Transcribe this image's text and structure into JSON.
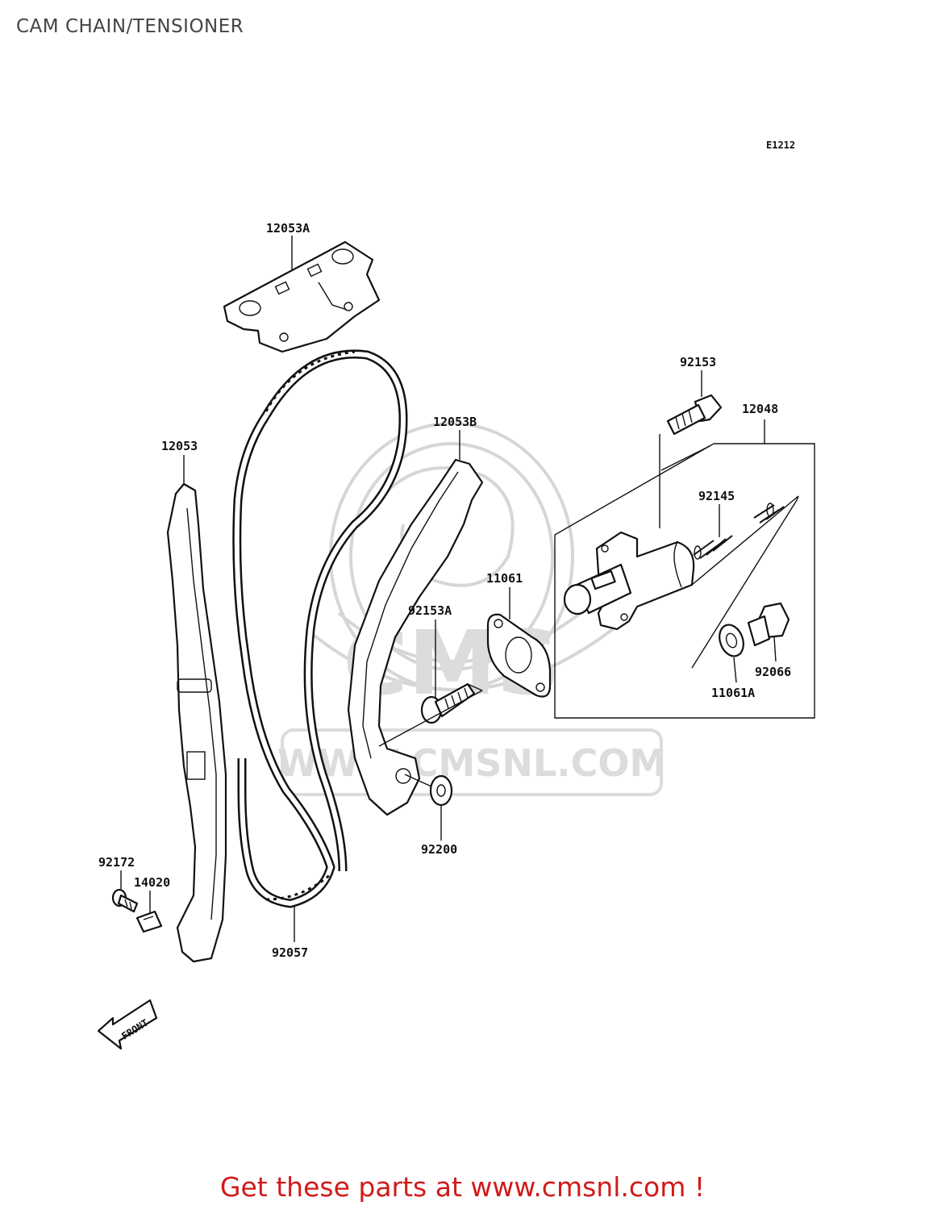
{
  "title": "CAM CHAIN/TENSIONER",
  "diagram_code": "E1212",
  "watermark": {
    "logo_text": "CMS",
    "url_text": "WWW.CMSNL.COM"
  },
  "front_label": "FRONT",
  "parts": [
    {
      "id": "12053A"
    },
    {
      "id": "12053"
    },
    {
      "id": "12053B"
    },
    {
      "id": "92153"
    },
    {
      "id": "12048"
    },
    {
      "id": "92145"
    },
    {
      "id": "11061"
    },
    {
      "id": "92153A"
    },
    {
      "id": "92066"
    },
    {
      "id": "11061A"
    },
    {
      "id": "92200"
    },
    {
      "id": "92172"
    },
    {
      "id": "14020"
    },
    {
      "id": "92057"
    }
  ],
  "promo_text": "Get these parts at www.cmsnl.com !",
  "colors": {
    "promo": "#d21a1a",
    "title": "#444444",
    "watermark": "#d6d6d6"
  }
}
